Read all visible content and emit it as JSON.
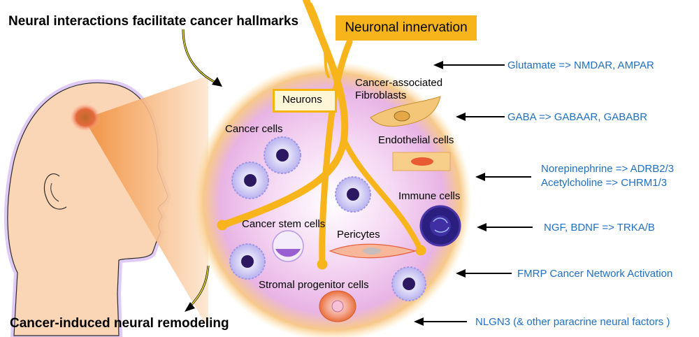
{
  "titles": {
    "top": "Neural interactions facilitate cancer hallmarks",
    "bottom": "Cancer-induced neural remodeling",
    "innervation": "Neuronal innervation"
  },
  "cells": {
    "neurons": "Neurons",
    "caf": [
      "Cancer-associated",
      "Fibroblasts"
    ],
    "cancer_cells": "Cancer cells",
    "endothelial": "Endothelial cells",
    "immune": "Immune cells",
    "stem": "Cancer stem cells",
    "pericytes": "Pericytes",
    "stromal": "Stromal progenitor cells"
  },
  "signals": [
    "Glutamate => NMDAR, AMPAR",
    "GABA => GABAAR, GABABR",
    "Norepinephrine => ADRB2/3",
    "Acetylcholine => CHRM1/3",
    "NGF, BDNF => TRKA/B",
    "FMRP Cancer Network Activation",
    "NLGN3 (& other paracrine neural factors )"
  ],
  "colors": {
    "nerve": "#f7b51b",
    "signal_text": "#1f6fc4",
    "tumor_glow": "#e9b6e6"
  }
}
